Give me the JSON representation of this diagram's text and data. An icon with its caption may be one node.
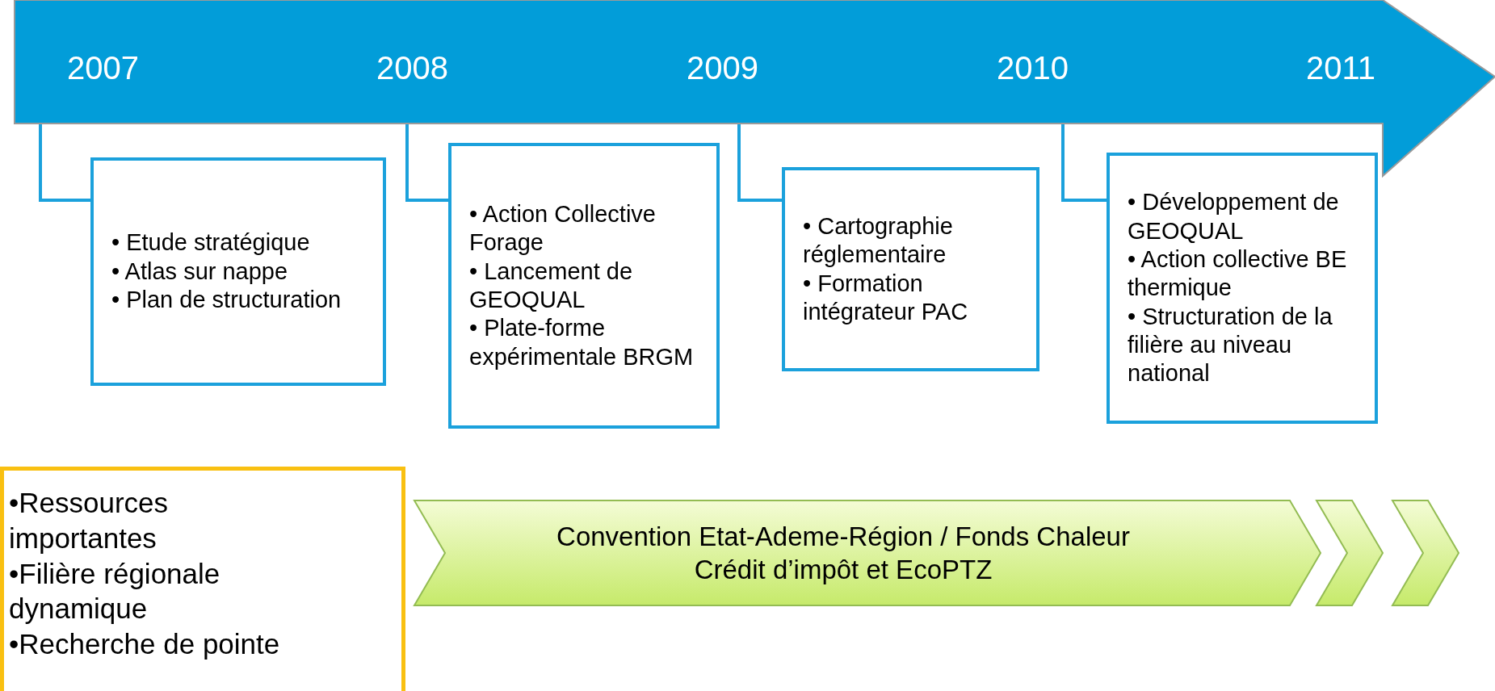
{
  "diagram": {
    "nodes": [
      {
        "text": [],
        "shape": "arrow"
      },
      {
        "text": [
          "2007"
        ],
        "in": 0
      },
      {
        "text": [
          "2008"
        ],
        "in": 0
      },
      {
        "text": [
          "2009"
        ],
        "in": 0
      },
      {
        "text": [
          "2010"
        ],
        "in": 0
      },
      {
        "text": [
          "2011"
        ],
        "in": 0
      },
      {
        "text": [
          "• Etude stratégique",
          "• Atlas sur nappe",
          "• Plan de structuration"
        ]
      },
      {
        "text": [
          "• Action Collective Forage",
          "• Lancement de GEOQUAL",
          "• Plate-forme expérimentale BRGM"
        ]
      },
      {
        "text": [
          "• Cartographie réglementaire",
          "• Formation intégrateur PAC"
        ]
      },
      {
        "text": [
          "• Développement de GEOQUAL",
          "• Action collective BE thermique",
          "• Structuration de la filière au niveau national"
        ]
      },
      {
        "text": [
          "•Ressources importantes",
          "•Filière régionale dynamique",
          "•Recherche de pointe"
        ]
      },
      {
        "text": [
          "Convention Etat-Ademe-Région / Fonds Chaleur",
          "Crédit d’impôt et EcoPTZ"
        ]
      },
      {
        "text": [],
        "shape": "chevron"
      },
      {
        "text": [],
        "shape": "chevron"
      }
    ],
    "edges": [
      {
        "from": 0,
        "to": 6,
        "arrow": "none"
      },
      {
        "from": 0,
        "to": 7,
        "arrow": "none"
      },
      {
        "from": 0,
        "to": 8,
        "arrow": "none"
      },
      {
        "from": 0,
        "to": 9,
        "arrow": "none"
      }
    ]
  }
}
